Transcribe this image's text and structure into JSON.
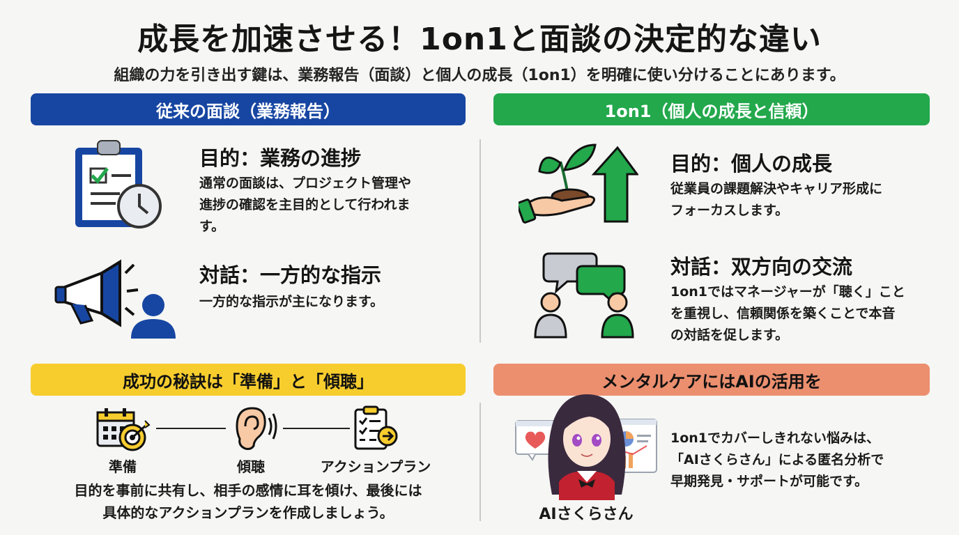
{
  "title": "成長を加速させる！1on1と面談の決定的な違い",
  "subtitle": "組織の力を引き出す鍵は、業務報告（面談）と個人の成長（1on1）を明確に使い分けることにあります。",
  "left": {
    "header": "従来の面談（業務報告）",
    "purpose": {
      "heading": "目的：業務の進捗",
      "lines": [
        "通常の面談は、プロジェクト管理や",
        "進捗の確認を主目的として行われま",
        "す。"
      ]
    },
    "dialogue": {
      "heading": "対話：一方的な指示",
      "lines": [
        "一方的な指示が主になります。"
      ]
    }
  },
  "right": {
    "header": "1on1（個人の成長と信頼）",
    "purpose": {
      "heading": "目的：個人の成長",
      "lines": [
        "従業員の課題解決やキャリア形成に",
        "フォーカスします。"
      ]
    },
    "dialogue": {
      "heading": "対話：双方向の交流",
      "lines": [
        "1on1ではマネージャーが「聴く」こと",
        "を重視し、信頼関係を築くことで本音",
        "の対話を促します。"
      ]
    }
  },
  "tips": {
    "header": "成功の秘訣は「準備」と「傾聴」",
    "steps": [
      "準備",
      "傾聴",
      "アクションプラン"
    ],
    "lines": [
      "目的を事前に共有し、相手の感情に耳を傾け、最後には",
      "具体的なアクションプランを作成しましょう。"
    ]
  },
  "ai": {
    "header": "メンタルケアにはAIの活用を",
    "character_name": "AIさくらさん",
    "lines": [
      "1on1でカバーしきれない悩みは、",
      "「AIさくらさん」による匿名分析で",
      "早期発見・サポートが可能です。"
    ]
  },
  "colors": {
    "blue": "#1746a2",
    "green": "#23a84c",
    "yellow": "#f7cd2e",
    "salmon": "#eb8f6f"
  }
}
